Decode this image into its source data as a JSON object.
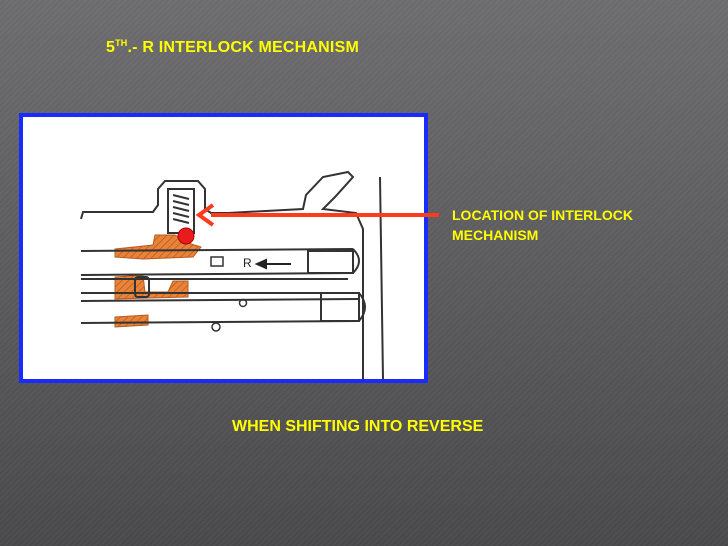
{
  "slide": {
    "title_main": "5",
    "title_sup": "TH",
    "title_rest": ".- R INTERLOCK MECHANISM",
    "callout_line1": "LOCATION OF INTERLOCK",
    "callout_line2": "MECHANISM",
    "caption": "WHEN SHIFTING INTO REVERSE"
  },
  "diagram": {
    "rail_label": "R"
  },
  "colors": {
    "text": "#ffff00",
    "frame_border": "#1a2bff",
    "callout_arrow": "#ff3b1e",
    "interlock_ball": "#e81c1c",
    "hatched_part": "#e8833a"
  }
}
